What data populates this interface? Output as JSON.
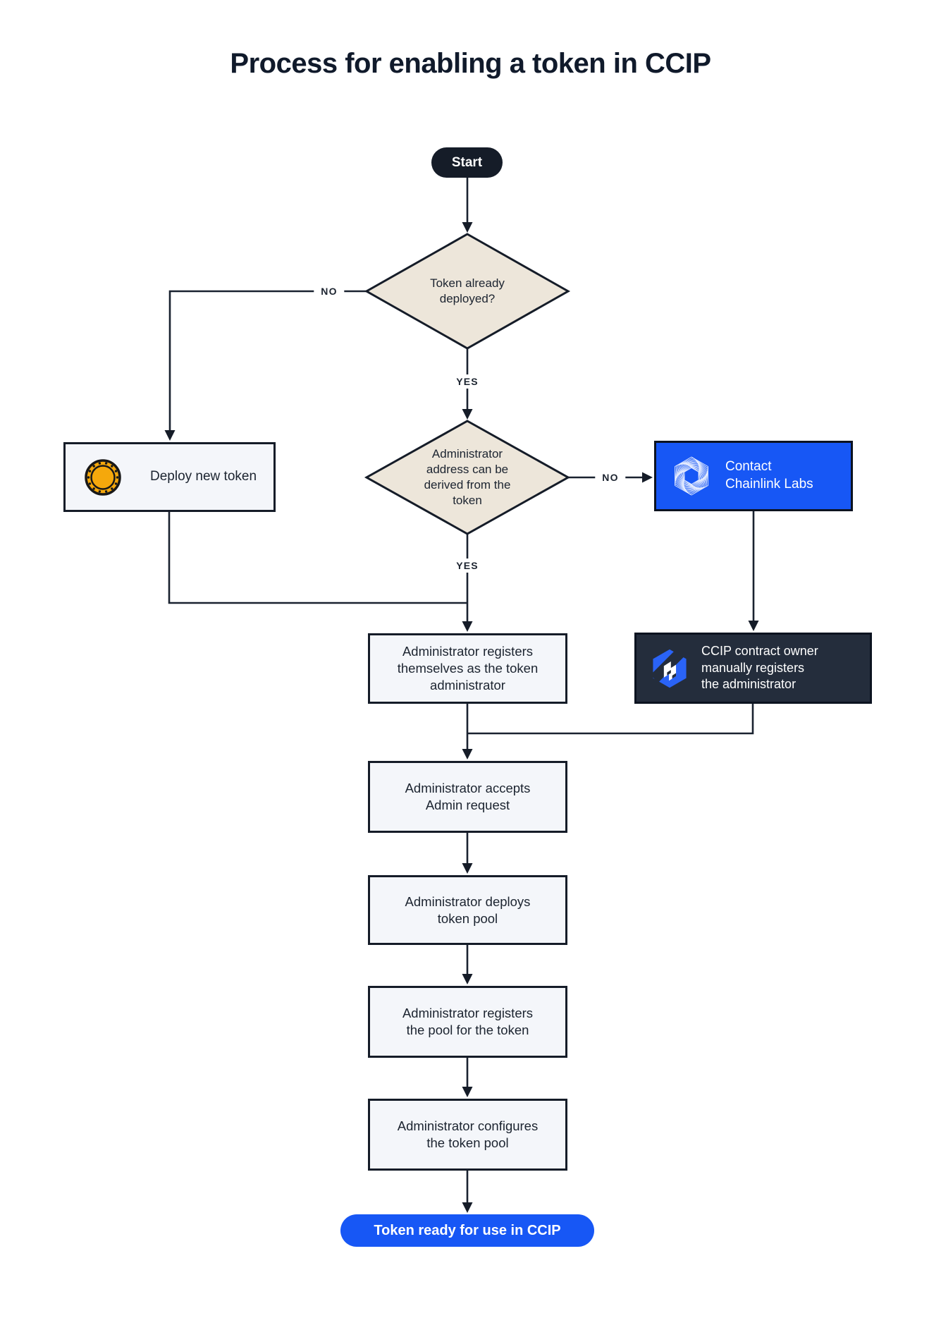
{
  "title": "Process for enabling a token in CCIP",
  "nodes": {
    "start": {
      "label": "Start"
    },
    "decision_token_deployed": {
      "label": "Token already\ndeployed?"
    },
    "deploy_new_token": {
      "label": "Deploy new token"
    },
    "decision_admin_address": {
      "label": "Administrator\naddress can be\nderived from the\ntoken"
    },
    "contact_chainlink": {
      "label": "Contact\nChainlink Labs"
    },
    "ccip_owner_registers": {
      "label": "CCIP contract owner\nmanually registers\nthe administrator"
    },
    "admin_registers": {
      "label": "Administrator registers\nthemselves as the token\nadministrator"
    },
    "admin_accepts": {
      "label": "Administrator accepts\nAdmin request"
    },
    "admin_deploys_pool": {
      "label": "Administrator deploys\ntoken pool"
    },
    "admin_registers_pool": {
      "label": "Administrator registers\nthe pool for the token"
    },
    "admin_configures_pool": {
      "label": "Administrator configures\nthe token pool"
    },
    "token_ready": {
      "label": "Token ready for use in CCIP"
    }
  },
  "edge_labels": {
    "no_token_deployed": "NO",
    "yes_token_deployed": "YES",
    "no_admin_address": "NO",
    "yes_admin_address": "YES"
  },
  "icons": {
    "coin": "token-coin-icon",
    "chainlink": "chainlink-labs-spiral-icon",
    "ccip": "ccip-logo-icon"
  },
  "colors": {
    "ink": "#151c28",
    "accent_blue": "#1757f5",
    "diamond_fill": "#ede6da",
    "process_fill": "#f4f6fa",
    "dark_fill": "#242d3c",
    "coin_gold": "#f5a80c"
  }
}
